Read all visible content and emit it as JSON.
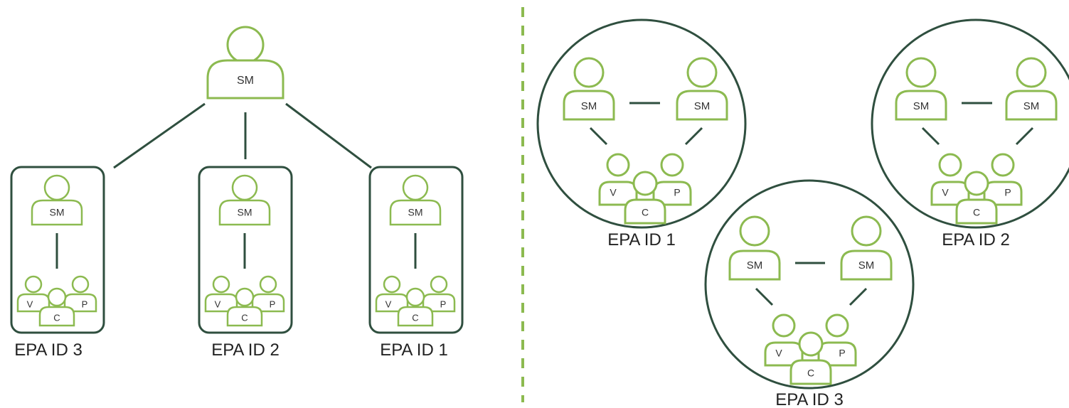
{
  "colors": {
    "person_outline": "#8cba50",
    "connector": "#2f4f3f",
    "container": "#2f4f3f",
    "divider": "#8cba50"
  },
  "role_labels": {
    "sm": "SM",
    "v": "V",
    "c": "C",
    "p": "P"
  },
  "left_panel": {
    "root": {
      "label": "SM",
      "icon": "person-icon"
    },
    "groups": [
      {
        "caption": "EPA ID 3",
        "sm_label": "SM",
        "cluster": [
          "V",
          "C",
          "P"
        ]
      },
      {
        "caption": "EPA ID 2",
        "sm_label": "SM",
        "cluster": [
          "V",
          "C",
          "P"
        ]
      },
      {
        "caption": "EPA ID 1",
        "sm_label": "SM",
        "cluster": [
          "V",
          "C",
          "P"
        ]
      }
    ]
  },
  "right_panel": {
    "groups": [
      {
        "caption": "EPA ID 1",
        "sm_labels": [
          "SM",
          "SM"
        ],
        "cluster": [
          "V",
          "C",
          "P"
        ]
      },
      {
        "caption": "EPA ID 2",
        "sm_labels": [
          "SM",
          "SM"
        ],
        "cluster": [
          "V",
          "C",
          "P"
        ]
      },
      {
        "caption": "EPA ID 3",
        "sm_labels": [
          "SM",
          "SM"
        ],
        "cluster": [
          "V",
          "C",
          "P"
        ]
      }
    ]
  }
}
